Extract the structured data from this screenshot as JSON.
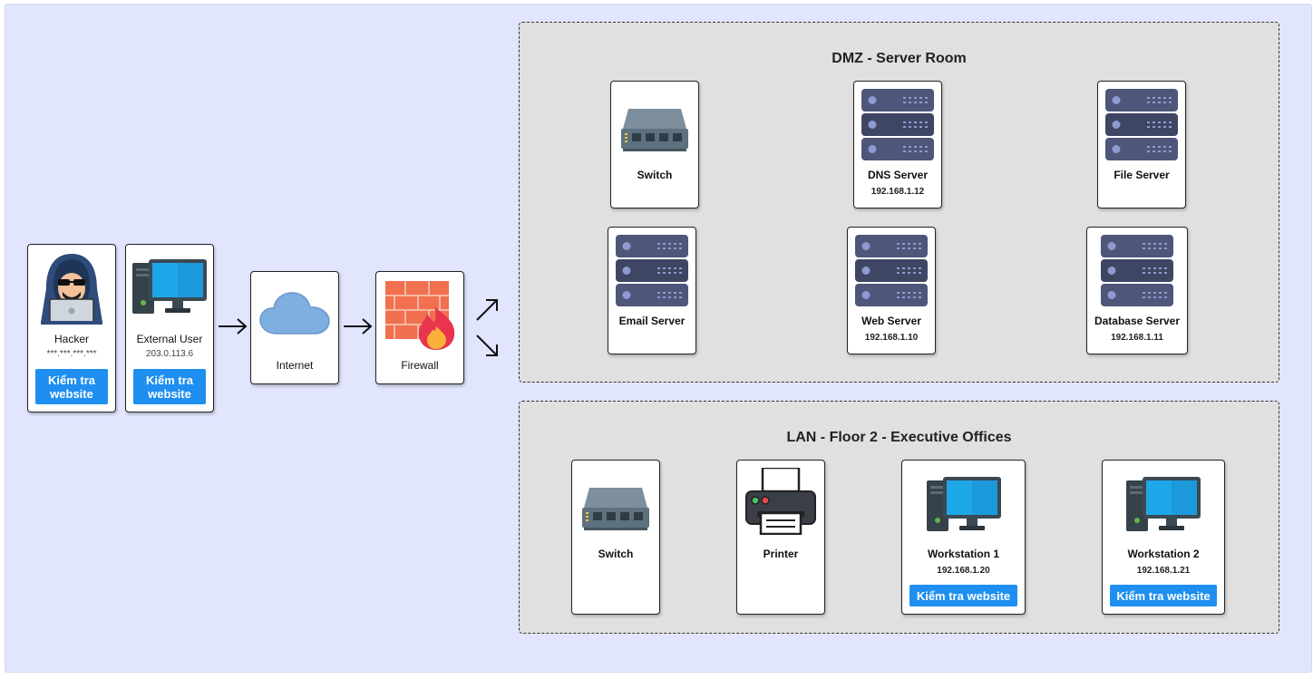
{
  "left": {
    "hacker": {
      "name": "Hacker",
      "ip": "***.***.***.***",
      "button": "Kiểm tra website"
    },
    "external_user": {
      "name": "External User",
      "ip": "203.0.113.6",
      "button": "Kiểm tra website"
    },
    "internet": {
      "name": "Internet"
    },
    "firewall": {
      "name": "Firewall"
    }
  },
  "dmz": {
    "title": "DMZ - Server Room",
    "switch": {
      "name": "Switch"
    },
    "dns": {
      "name": "DNS Server",
      "ip": "192.168.1.12"
    },
    "file": {
      "name": "File Server"
    },
    "email": {
      "name": "Email Server"
    },
    "web": {
      "name": "Web Server",
      "ip": "192.168.1.10"
    },
    "database": {
      "name": "Database Server",
      "ip": "192.168.1.11"
    }
  },
  "lan": {
    "title": "LAN - Floor 2 - Executive Offices",
    "switch": {
      "name": "Switch"
    },
    "printer": {
      "name": "Printer"
    },
    "ws1": {
      "name": "Workstation 1",
      "ip": "192.168.1.20",
      "button": "Kiểm tra website"
    },
    "ws2": {
      "name": "Workstation 2",
      "ip": "192.168.1.21",
      "button": "Kiểm tra website"
    }
  },
  "colors": {
    "background": "#e1e5fe",
    "zone": "#e0e0e0",
    "button": "#1e8ff0",
    "server": "#4e5779",
    "monitor": "#1ea7e8"
  }
}
